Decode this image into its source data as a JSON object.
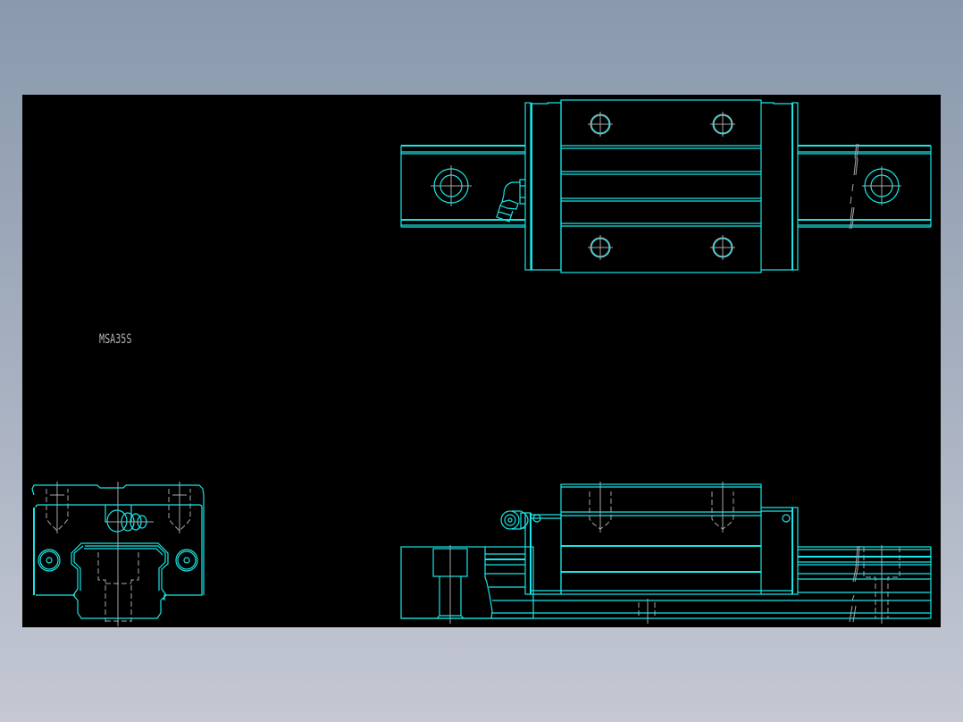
{
  "drawing": {
    "part_label": "MSA35S",
    "colors": {
      "background_top": "#8a99ad",
      "background_bottom": "#c4c8d3",
      "canvas": "#000000",
      "geometry": "#19e6e6",
      "centerlines": "#a8a8a8"
    },
    "views": [
      {
        "name": "top-view",
        "description": "Plan view of guide block on rail with 4 mounting holes and grease nipple"
      },
      {
        "name": "end-view",
        "description": "End view of block showing rail profile and bolt holes"
      },
      {
        "name": "side-view",
        "description": "Side elevation of block on rail with grease nipple"
      }
    ]
  }
}
